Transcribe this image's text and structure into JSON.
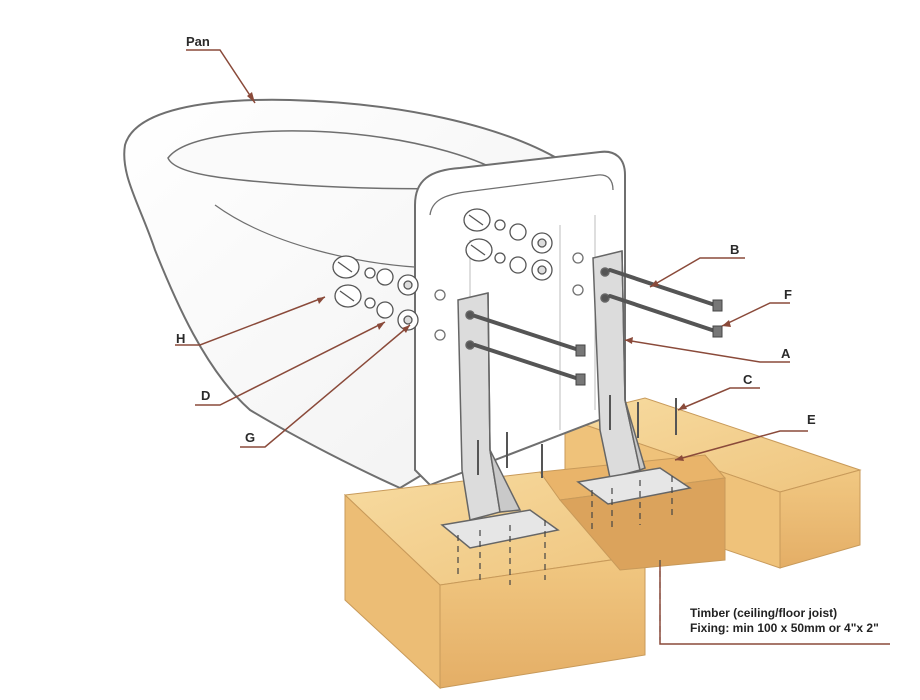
{
  "labels": {
    "pan": "Pan",
    "a": "A",
    "b": "B",
    "c": "C",
    "d": "D",
    "e": "E",
    "f": "F",
    "g": "G",
    "h": "H"
  },
  "note": {
    "line1": "Timber (ceiling/floor joist)",
    "line2": "Fixing: min 100 x 50mm or 4\"x 2\""
  },
  "colors": {
    "timber_light": "#f3cf8a",
    "timber_mid": "#e9b86d",
    "timber_dark": "#d9a05a",
    "leader": "#8a4a3a",
    "outline": "#6f6f6f",
    "bracket": "#dcdcdc"
  }
}
